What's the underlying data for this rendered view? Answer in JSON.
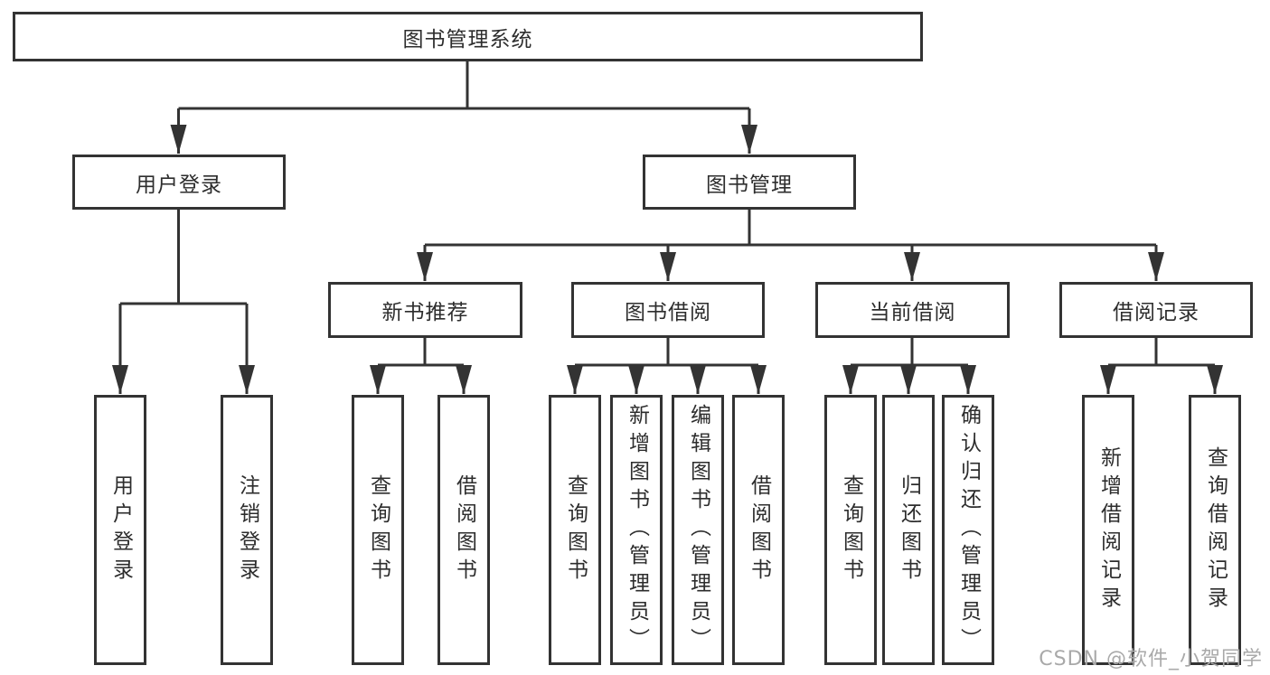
{
  "diagram": {
    "nodes": {
      "root": {
        "label": "图书管理系统"
      },
      "l2": [
        {
          "label": "用户登录"
        },
        {
          "label": "图书管理"
        }
      ],
      "l3": [
        {
          "label": "新书推荐"
        },
        {
          "label": "图书借阅"
        },
        {
          "label": "当前借阅"
        },
        {
          "label": "借阅记录"
        }
      ],
      "l4": {
        "user": [
          {
            "label": "用户登录"
          },
          {
            "label": "注销登录"
          }
        ],
        "rec": [
          {
            "label": "查询图书"
          },
          {
            "label": "借阅图书"
          }
        ],
        "borrow": [
          {
            "label": "查询图书"
          },
          {
            "label": "新增图书（管理员）"
          },
          {
            "label": "编辑图书（管理员）"
          },
          {
            "label": "借阅图书"
          }
        ],
        "current": [
          {
            "label": "查询图书"
          },
          {
            "label": "归还图书"
          },
          {
            "label": "确认归还（管理员）"
          }
        ],
        "records": [
          {
            "label": "新增借阅记录"
          },
          {
            "label": "查询借阅记录"
          }
        ]
      }
    },
    "hierarchy_note": "root -> [用户登录, 图书管理]; 图书管理 -> [新书推荐, 图书借阅, 当前借阅, 借阅记录]"
  },
  "colors": {
    "line": "#333333",
    "box_fill": "#ffffff",
    "text": "#2d2d2d",
    "watermark": "#a9a9a9"
  },
  "watermark": {
    "text": "CSDN @软件_小贺同学"
  }
}
